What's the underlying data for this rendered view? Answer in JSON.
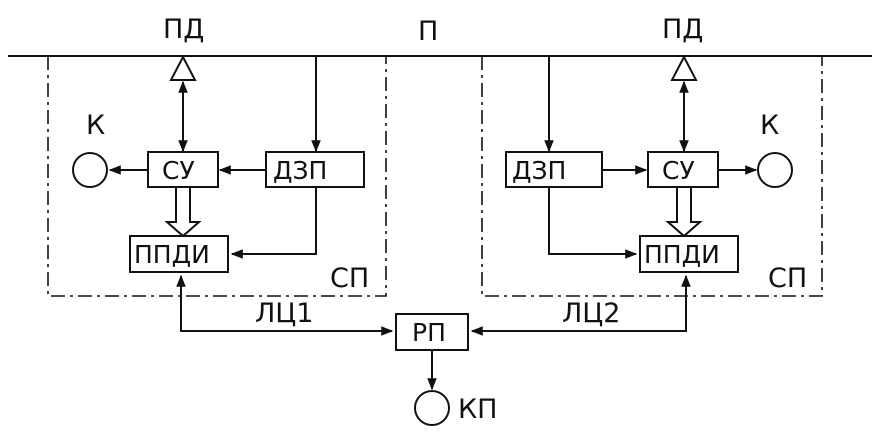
{
  "labels": {
    "bus": "П",
    "pd_left": "ПД",
    "pd_right": "ПД",
    "k_left": "К",
    "k_right": "К",
    "sp_left": "СП",
    "sp_right": "СП",
    "lc1": "ЛЦ1",
    "lc2": "ЛЦ2",
    "kp": "КП"
  },
  "blocks": {
    "su_left": "СУ",
    "dzp_left": "ДЗП",
    "ppdi_left": "ППДИ",
    "dzp_right": "ДЗП",
    "su_right": "СУ",
    "ppdi_right": "ППДИ",
    "rp": "РП"
  },
  "colors": {
    "line": "#111111",
    "background": "#ffffff"
  }
}
